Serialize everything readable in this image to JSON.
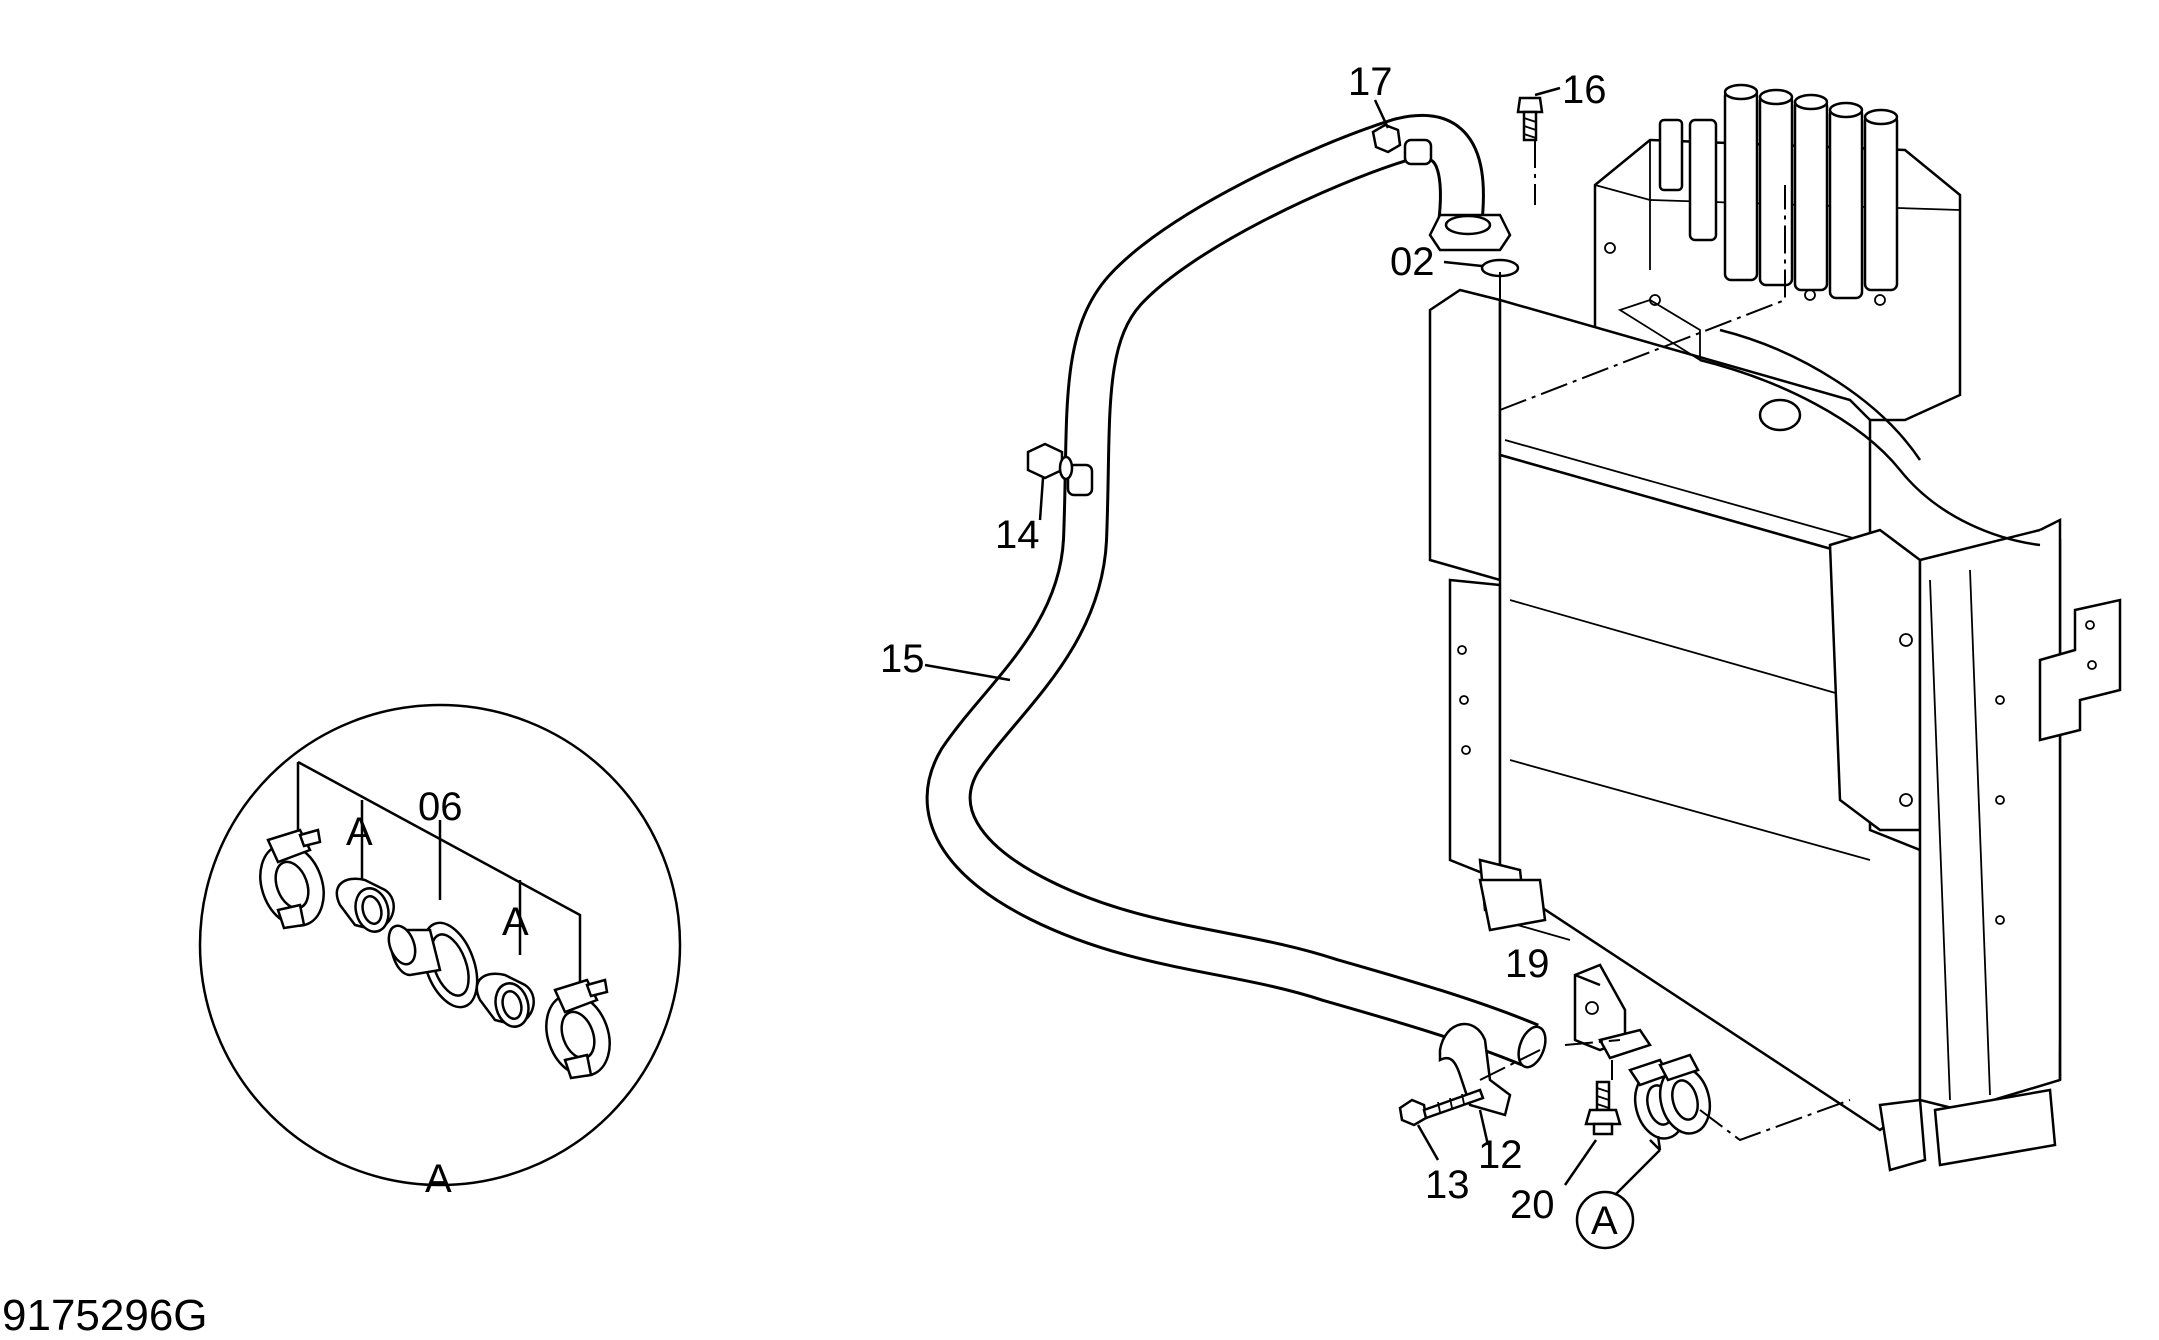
{
  "callouts": [
    {
      "id": "c17",
      "text": "17"
    },
    {
      "id": "c16",
      "text": "16"
    },
    {
      "id": "c02",
      "text": "02"
    },
    {
      "id": "c14",
      "text": "14"
    },
    {
      "id": "c15",
      "text": "15"
    },
    {
      "id": "c19",
      "text": "19"
    },
    {
      "id": "c12",
      "text": "12"
    },
    {
      "id": "c13",
      "text": "13"
    },
    {
      "id": "c20",
      "text": "20"
    },
    {
      "id": "c06",
      "text": "06"
    }
  ],
  "detail": {
    "ref_letter": "A",
    "part_label_left": "A",
    "part_label_right": "A",
    "circle_label": "A"
  },
  "detail_marker": "A",
  "drawing_code": "9175296G"
}
